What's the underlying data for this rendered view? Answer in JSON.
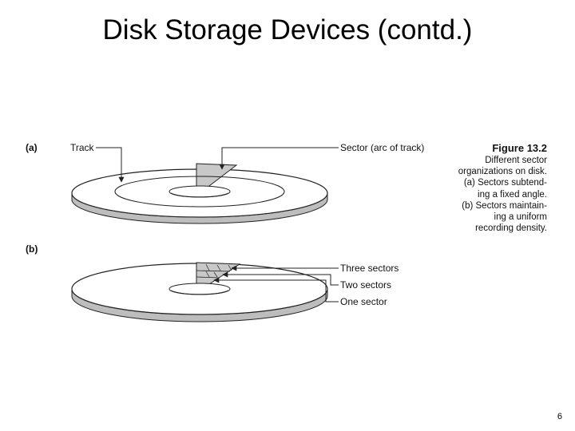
{
  "slide": {
    "title": "Disk Storage Devices (contd.)",
    "page_number": "6"
  },
  "figure": {
    "part_a_label": "(a)",
    "part_b_label": "(b)",
    "track_label": "Track",
    "sector_label": "Sector (arc of track)",
    "three_sectors_label": "Three sectors",
    "two_sectors_label": "Two sectors",
    "one_sector_label": "One sector",
    "caption": {
      "title": "Figure 13.2",
      "lines": [
        "Different sector",
        "organizations on disk.",
        "(a) Sectors subtend-",
        "ing a fixed angle.",
        "(b) Sectors maintain-",
        "ing a uniform",
        "recording density."
      ]
    },
    "colors": {
      "line": "#222222",
      "sector_fill": "#c8c8c8",
      "disk_fill": "#ffffff",
      "disk_edge": "#bdbdbd"
    }
  }
}
